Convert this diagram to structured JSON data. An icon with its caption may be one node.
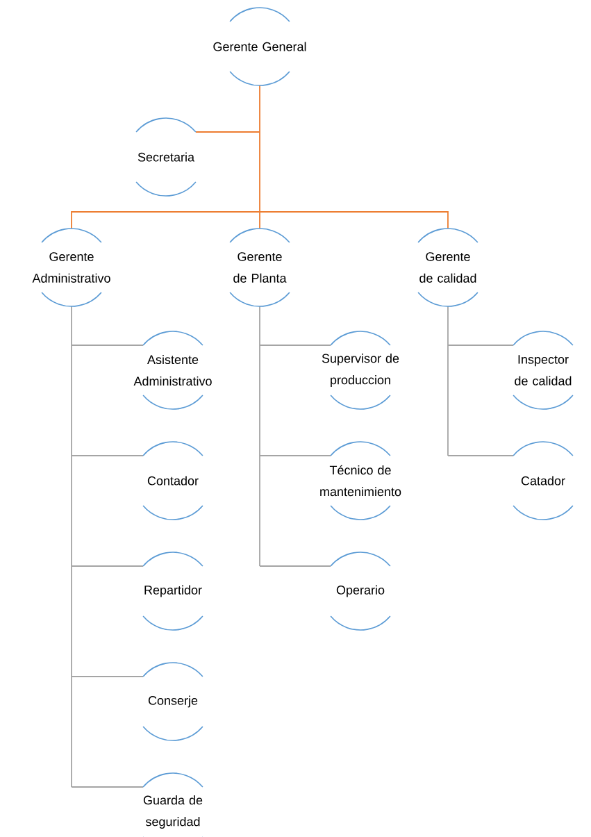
{
  "diagram": {
    "nodes": [
      {
        "text": [
          "Gerente General"
        ]
      },
      {
        "text": [
          "Secretaria"
        ]
      },
      {
        "text": [
          "Gerente Administrativo"
        ]
      },
      {
        "text": [
          "Gerente de Planta"
        ]
      },
      {
        "text": [
          "Gerente de calidad"
        ]
      },
      {
        "text": [
          "Asistente Administrativo"
        ]
      },
      {
        "text": [
          "Contador"
        ]
      },
      {
        "text": [
          "Repartidor"
        ]
      },
      {
        "text": [
          "Conserje"
        ]
      },
      {
        "text": [
          "Guarda de seguridad"
        ]
      },
      {
        "text": [
          "Supervisor de produccion"
        ]
      },
      {
        "text": [
          "Técnico de mantenimiento"
        ]
      },
      {
        "text": [
          "Operario"
        ]
      },
      {
        "text": [
          "Inspector de calidad"
        ]
      },
      {
        "text": [
          "Catador"
        ]
      }
    ],
    "edges": [
      {
        "from": 0,
        "to": 1,
        "arrow": "none",
        "color": "#ed7d31"
      },
      {
        "from": 0,
        "to": 2,
        "arrow": "none",
        "color": "#ed7d31"
      },
      {
        "from": 0,
        "to": 3,
        "arrow": "none",
        "color": "#ed7d31"
      },
      {
        "from": 0,
        "to": 4,
        "arrow": "none",
        "color": "#ed7d31"
      },
      {
        "from": 2,
        "to": 5,
        "arrow": "none"
      },
      {
        "from": 2,
        "to": 6,
        "arrow": "none"
      },
      {
        "from": 2,
        "to": 7,
        "arrow": "none"
      },
      {
        "from": 2,
        "to": 8,
        "arrow": "none"
      },
      {
        "from": 2,
        "to": 9,
        "arrow": "none"
      },
      {
        "from": 3,
        "to": 10,
        "arrow": "none"
      },
      {
        "from": 3,
        "to": 11,
        "arrow": "none"
      },
      {
        "from": 3,
        "to": 12,
        "arrow": "none"
      },
      {
        "from": 4,
        "to": 13,
        "arrow": "none"
      },
      {
        "from": 4,
        "to": 14,
        "arrow": "none"
      }
    ]
  }
}
